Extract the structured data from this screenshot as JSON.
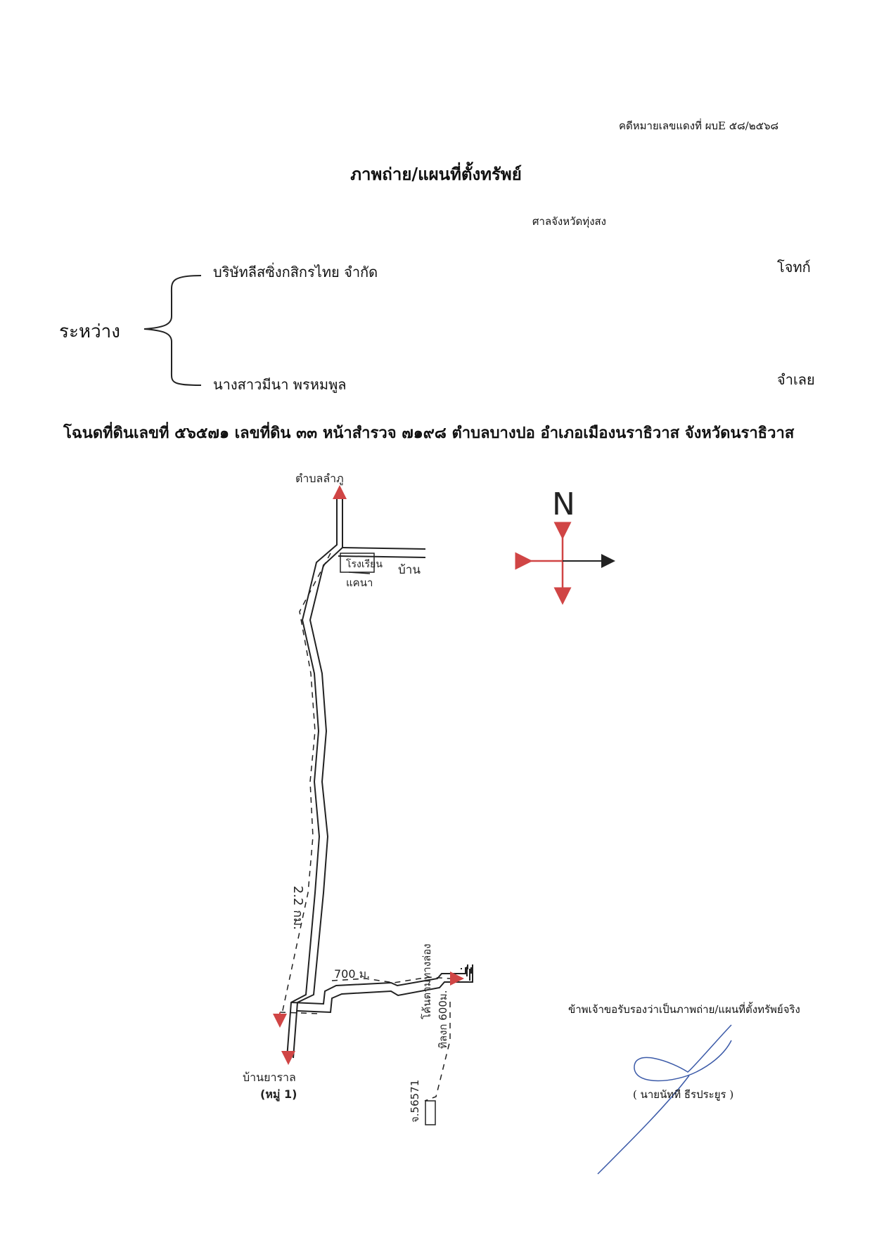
{
  "case_number": "คดีหมายเลขแดงที่ ผบE ๕๘/๒๕๖๘",
  "title": "ภาพถ่าย/แผนที่ตั้งทรัพย์",
  "court": "ศาลจังหวัดทุ่งสง",
  "between_label": "ระหว่าง",
  "plaintiff": {
    "name": "บริษัทลีสซิ่งกสิกรไทย จำกัด",
    "role": "โจทก์"
  },
  "defendant": {
    "name": "นางสาวมีนา พรหมพูล",
    "role": "จำเลย"
  },
  "deed_line": "โฉนดที่ดินเลขที่ ๕๖๕๗๑ เลขที่ดิน ๓๓ หน้าสำรวจ ๗๑๙๘ ตำบลบางปอ อำเภอเมืองนราธิวาส จังหวัดนราธิวาส",
  "map": {
    "north_letter": "N",
    "top_label": "ตำบลลำภู",
    "school_label": "โรงเรียน",
    "house_label": "บ้าน",
    "place_label": "แคนา",
    "distance_main": "2.2 กม.",
    "distance_branch": "700 ม.",
    "side_road_label": "โค้นตามทางล่อง",
    "side_distance": "ทิลงก 600ม.",
    "bottom_label_1": "บ้านยาราล",
    "bottom_label_2": "(หมู่ 1)",
    "parcel_label": "จ.56571",
    "arrow_color": "#d04545",
    "ink_color": "#222222",
    "signature_color": "#3b5aa8"
  },
  "certification": "ข้าพเจ้าขอรับรองว่าเป็นภาพถ่าย/แผนที่ตั้งทรัพย์จริง",
  "signer": "( นายนัทที ธีรประยูร )"
}
